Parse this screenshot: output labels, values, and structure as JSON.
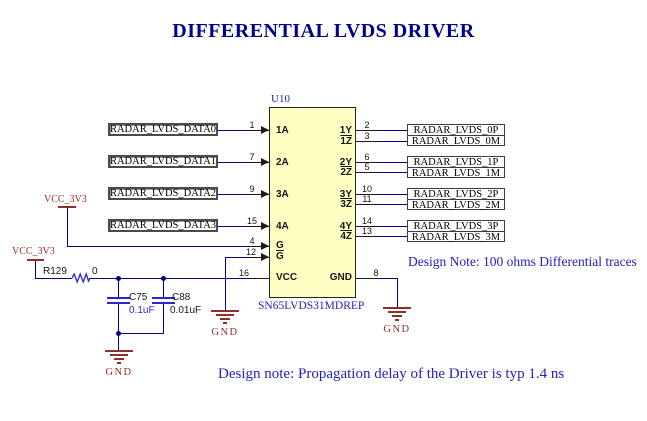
{
  "title": "DIFFERENTIAL LVDS DRIVER",
  "notes": {
    "impedance": "Design Note: 100 ohms Differential traces",
    "propagation": "Design note: Propagation delay of the Driver is typ 1.4 ns"
  },
  "ic": {
    "refdes": "U10",
    "part_number": "SN65LVDS31MDREP",
    "left_pins": [
      {
        "number": "1",
        "name": "1A"
      },
      {
        "number": "7",
        "name": "2A"
      },
      {
        "number": "9",
        "name": "3A"
      },
      {
        "number": "15",
        "name": "4A"
      },
      {
        "number": "4",
        "name": "G"
      },
      {
        "number": "12",
        "name": "G"
      },
      {
        "number": "16",
        "name": "VCC"
      }
    ],
    "right_pins": [
      {
        "number": "2",
        "name": "1Y"
      },
      {
        "number": "3",
        "name": "1Z"
      },
      {
        "number": "6",
        "name": "2Y"
      },
      {
        "number": "5",
        "name": "2Z"
      },
      {
        "number": "10",
        "name": "3Y"
      },
      {
        "number": "11",
        "name": "3Z"
      },
      {
        "number": "14",
        "name": "4Y"
      },
      {
        "number": "13",
        "name": "4Z"
      },
      {
        "number": "8",
        "name": "GND"
      }
    ]
  },
  "input_nets": [
    "RADAR_LVDS_DATA0",
    "RADAR_LVDS_DATA1",
    "RADAR_LVDS_DATA2",
    "RADAR_LVDS_DATA3"
  ],
  "output_nets": [
    [
      "RADAR_LVDS_0P",
      "RADAR_LVDS_0M"
    ],
    [
      "RADAR_LVDS_1P",
      "RADAR_LVDS_1M"
    ],
    [
      "RADAR_LVDS_2P",
      "RADAR_LVDS_2M"
    ],
    [
      "RADAR_LVDS_3P",
      "RADAR_LVDS_3M"
    ]
  ],
  "power": {
    "vcc_net": "VCC_3V3",
    "gnd_net": "GND"
  },
  "components": {
    "r129": {
      "refdes": "R129",
      "value": "0"
    },
    "c75": {
      "refdes": "C75",
      "value": "0.1uF"
    },
    "c88": {
      "refdes": "C88",
      "value": "0.01uF"
    }
  },
  "colors": {
    "title_navy": "#00008B",
    "note_blue": "#2222BB",
    "wire_navy": "#000082",
    "component_blue": "#2828CC",
    "power_maroon": "#8E2F2D",
    "ic_fill": "#FFFFC4"
  }
}
